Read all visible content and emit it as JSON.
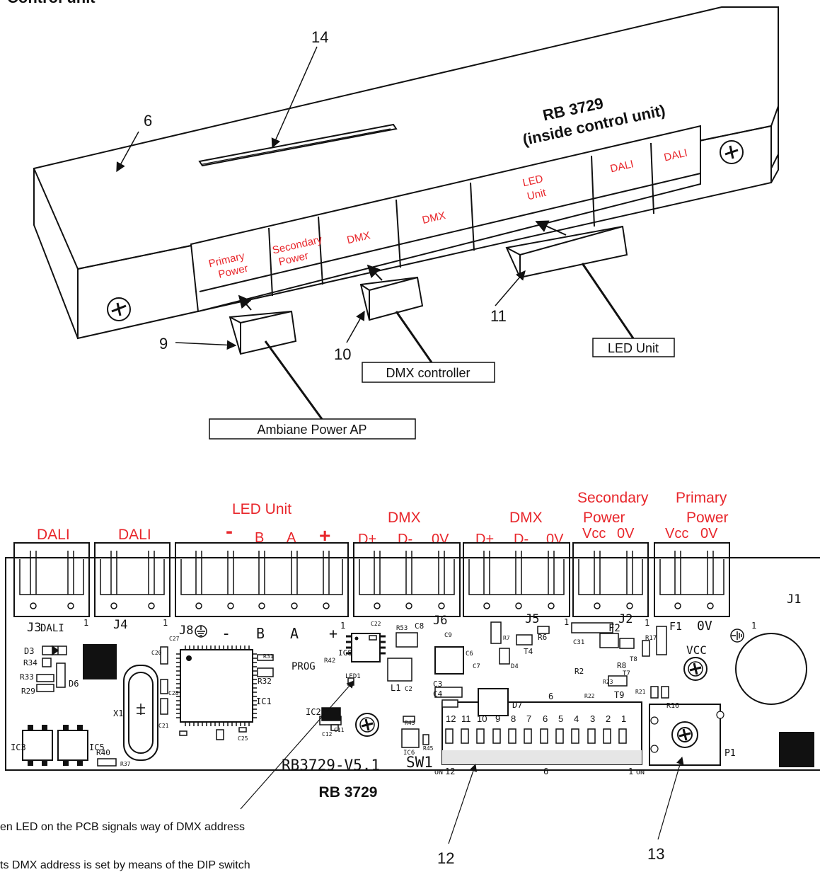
{
  "top_header_fragment": "Control unit",
  "top_view": {
    "callouts": {
      "n6": "6",
      "n9": "9",
      "n10": "10",
      "n11": "11",
      "n14": "14"
    },
    "title_line1": "RB 3729",
    "title_line2": "(inside control unit)",
    "ports": [
      {
        "l1": "Primary",
        "l2": "Power"
      },
      {
        "l1": "Secondary",
        "l2": "Power"
      },
      {
        "l1": "DMX",
        "l2": ""
      },
      {
        "l1": "DMX",
        "l2": ""
      },
      {
        "l1": "LED",
        "l2": "Unit"
      },
      {
        "l1": "DALI",
        "l2": ""
      },
      {
        "l1": "DALI",
        "l2": ""
      }
    ],
    "labels": {
      "ambiane": "Ambiane Power AP",
      "dmx_controller": "DMX controller",
      "led_unit": "LED Unit"
    }
  },
  "pcb": {
    "board_title": "RB 3729",
    "version": "RB3729-V5.1",
    "callouts": {
      "n12": "12",
      "n13": "13"
    },
    "groups": {
      "dali1": "DALI",
      "dali2": "DALI",
      "led_unit": "LED Unit",
      "dmx1": "DMX",
      "dmx2": "DMX",
      "secondary1": "Secondary",
      "secondary2": "Power",
      "primary1": "Primary",
      "primary2": "Power"
    },
    "pins": {
      "minus": "-",
      "b": "B",
      "a": "A",
      "plus": "+",
      "dplus1": "D+",
      "dminus1": "D-",
      "zerov1": "0V",
      "dplus2": "D+",
      "dminus2": "D-",
      "zerov2": "0V",
      "vcc1": "Vcc",
      "zv_s": "0V",
      "vcc2": "Vcc",
      "zv_p": "0V"
    },
    "silk": {
      "j3": "J3",
      "dali": "DALI",
      "one_a": "1",
      "j4": "J4",
      "one_b": "1",
      "j8": "J8",
      "minus": "-",
      "b": "B",
      "a": "A",
      "plus": "+",
      "one_c": "1",
      "j6": "J6",
      "j5": "J5",
      "one_d": "1",
      "j2": "J2",
      "one_e": "1",
      "f1": "F1",
      "zerov": "0V",
      "vcc": "VCC",
      "one_f": "1",
      "j1": "J1",
      "d3": "D3",
      "d6": "D6",
      "r34": "R34",
      "r33": "R33",
      "r29": "R29",
      "x1": "X1",
      "ic3": "IC3",
      "ic5": "IC5",
      "ic1": "IC1",
      "r40": "R40",
      "r37": "R37",
      "r32": "R32",
      "r31": "R31",
      "c20": "C20",
      "c21": "C21",
      "c27": "C27",
      "c28": "C28",
      "c25": "C25",
      "r42": "R42",
      "ic8": "IC8",
      "prog": "PROG",
      "ic2": "IC2",
      "c12": "C12",
      "c11": "C11",
      "led1": "LED1",
      "c22": "C22",
      "r53": "R53",
      "c8": "C8",
      "c9": "C9",
      "l1": "L1",
      "c2": "C2",
      "c3": "C3",
      "c4": "C4",
      "c6": "C6",
      "c7": "C7",
      "r43": "R43",
      "ic6": "IC6",
      "r45": "R45",
      "d7": "D7",
      "d4": "D4",
      "t4": "T4",
      "r6": "R6",
      "r7": "R7",
      "c31": "C31",
      "f2": "F2",
      "r2": "R2",
      "r8": "R8",
      "t7": "T7",
      "t8": "T8",
      "t9": "T9",
      "r22": "R22",
      "r23": "R23",
      "r21": "R21",
      "r17": "R17",
      "r16": "R16",
      "sw1": "SW1",
      "on_l": "ON",
      "n12": "12",
      "n6": "6",
      "n1": "1",
      "on_r": "ON",
      "six": "6",
      "p1": "P1"
    },
    "dip_numbers": [
      "12",
      "11",
      "10",
      "9",
      "8",
      "7",
      "6",
      "5",
      "4",
      "3",
      "2",
      "1"
    ]
  },
  "notes": {
    "line1": "en LED on the  PCB signals way of DMX address",
    "line2": "ts DMX address is set by means of the DIP switch"
  }
}
